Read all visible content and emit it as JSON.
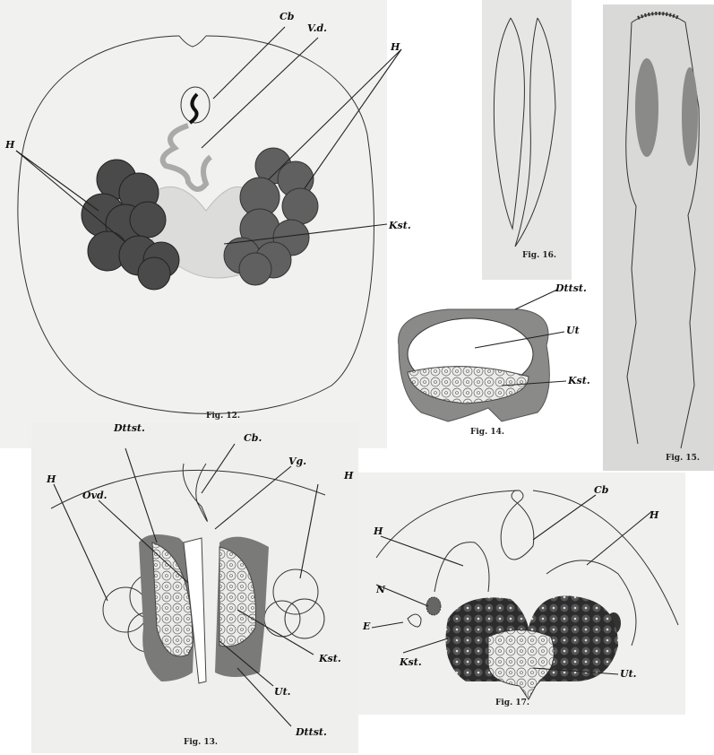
{
  "figures": {
    "fig12": {
      "caption": "Fig. 12.",
      "labels": {
        "cb": "Cb",
        "vd": "V.d.",
        "h_left": "H",
        "h_right": "H",
        "kst": "Kst."
      }
    },
    "fig16": {
      "caption": "Fig. 16."
    },
    "fig15": {
      "caption": "Fig. 15."
    },
    "fig14": {
      "caption": "Fig. 14.",
      "labels": {
        "dttst": "Dttst.",
        "ut": "Ut",
        "kst": "Kst."
      }
    },
    "fig13": {
      "caption": "Fig. 13.",
      "labels": {
        "dttst_top": "Dttst.",
        "cb": "Cb.",
        "vg": "Vg.",
        "h_left": "H",
        "h_right": "H",
        "ovd": "Ovd.",
        "kst": "Kst.",
        "ut": "Ut.",
        "dttst_bottom": "Dttst."
      }
    },
    "fig17": {
      "caption": "Fig. 17.",
      "labels": {
        "cb": "Cb",
        "h_left": "H",
        "h_right": "H",
        "n": "N",
        "e": "E",
        "kst": "Kst.",
        "ut": "Ut."
      }
    }
  },
  "colors": {
    "paper": "#f1f1ef",
    "dark_tissue": "#3a3a3a",
    "mid_tissue": "#777777"
  }
}
